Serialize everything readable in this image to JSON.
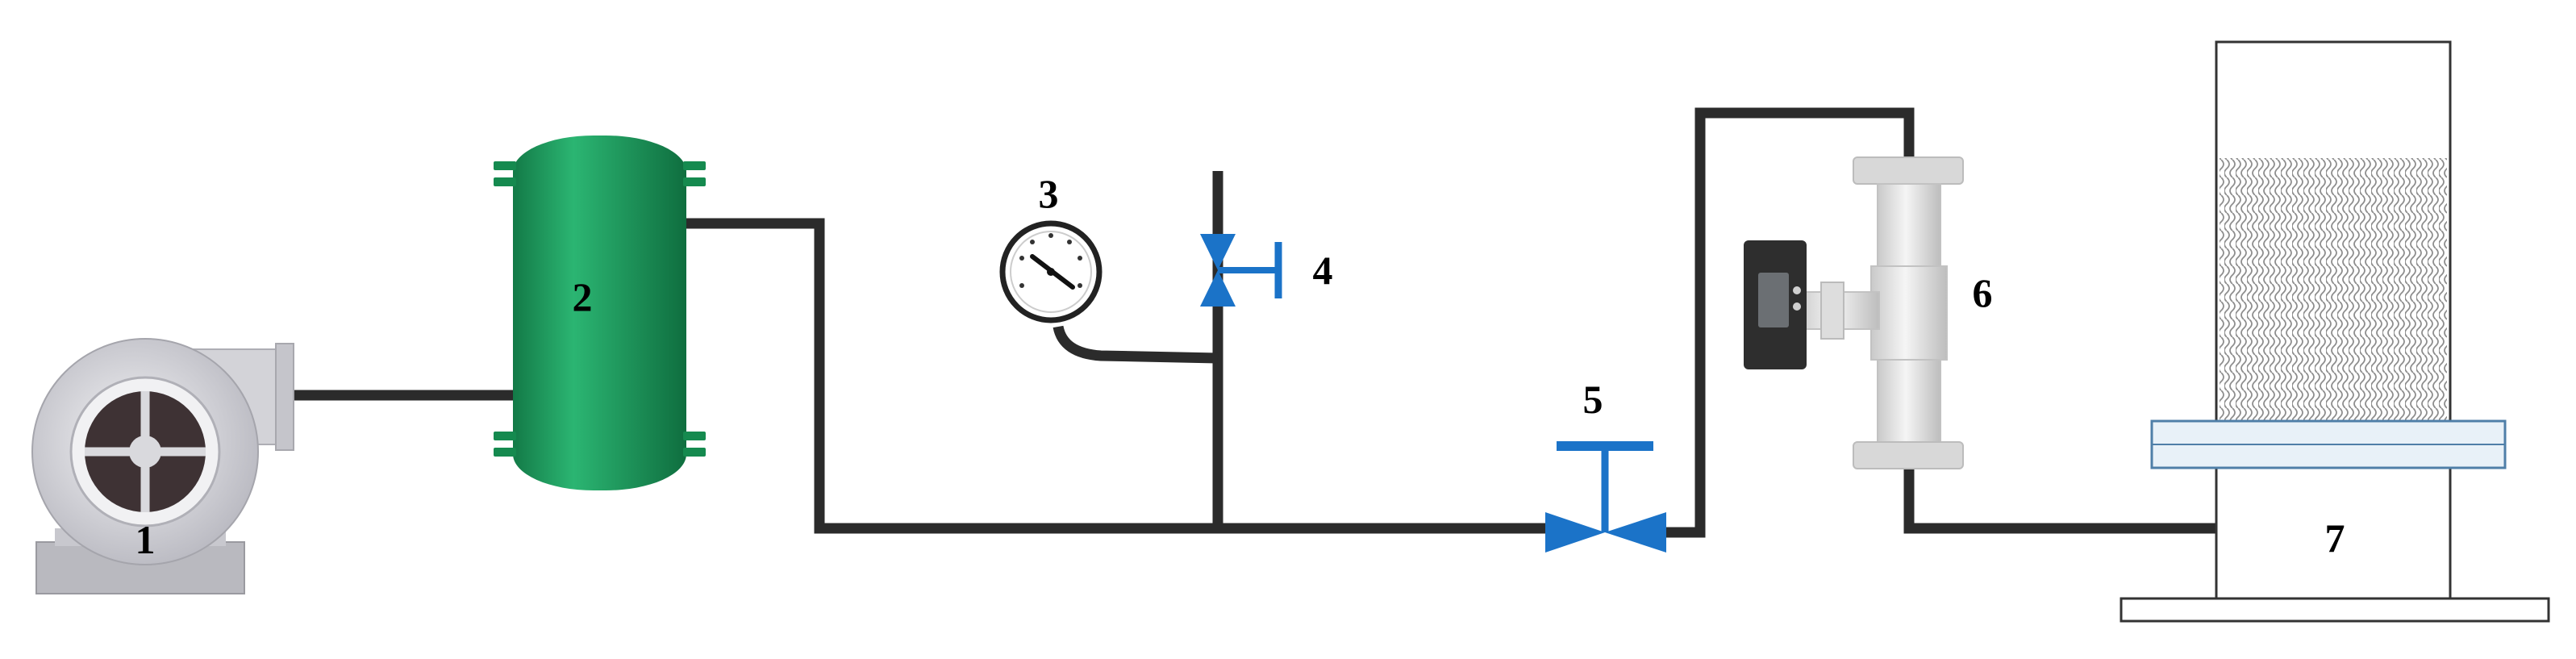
{
  "labels": {
    "fan": "1",
    "tank": "2",
    "gauge": "3",
    "bleed_valve": "4",
    "control_valve": "5",
    "flowmeter": "6",
    "column": "7"
  },
  "colors": {
    "pipe": "#2b2b2b",
    "tank_green": "#1f9a5e",
    "valve_blue": "#1b73c8",
    "fan_gray": "#d3d3d8",
    "flowmeter_gray": "#e4e4e4",
    "packing_gray": "#9a9a9a",
    "stand_line": "#333333"
  },
  "icons": {
    "fan": "centrifugal-blower-icon",
    "tank": "buffer-tank-icon",
    "gauge": "pressure-gauge-icon",
    "bleed_valve": "needle-valve-icon",
    "control_valve": "gate-valve-icon",
    "flowmeter": "flowmeter-icon",
    "column": "packed-column-icon"
  }
}
